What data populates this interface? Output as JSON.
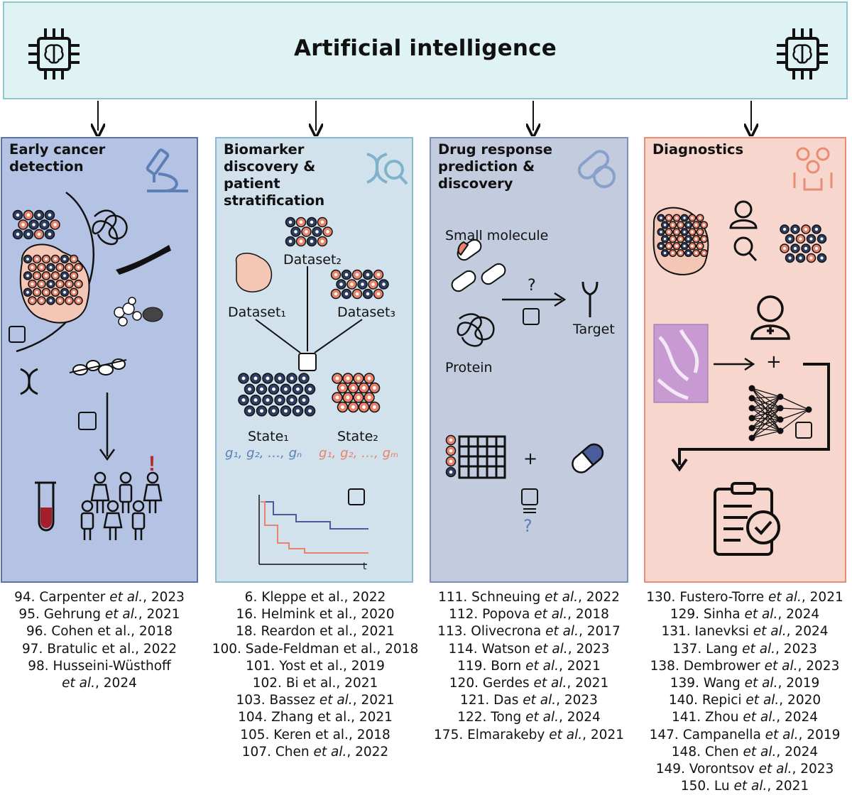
{
  "header": {
    "title": "Artificial intelligence"
  },
  "panels": [
    {
      "id": "early",
      "title": "Early cancer\ndetection"
    },
    {
      "id": "biomarker",
      "title": "Biomarker\ndiscovery &\npatient\nstratification"
    },
    {
      "id": "drug",
      "title": "Drug response\nprediction &\ndiscovery"
    },
    {
      "id": "diag",
      "title": "Diagnostics"
    }
  ],
  "biomarker": {
    "dataset2": "Dataset₂",
    "dataset1": "Dataset₁",
    "dataset3": "Dataset₃",
    "state1": "State₁",
    "state2": "State₂",
    "genes1": "g₁, g₂, …, gₙ",
    "genes2": "g₁, g₂, …, gₘ",
    "km_xlabel": "t"
  },
  "drug": {
    "small_molecule": "Small molecule",
    "question": "?",
    "target": "Target",
    "protein": "Protein",
    "plus": "+",
    "question2": "?"
  },
  "diag": {
    "plus": "+"
  },
  "early": {
    "alert": "!"
  },
  "colors": {
    "blue_cell": "#2f3f63",
    "orange_cell": "#e8826b",
    "blue_text": "#5d7fb8",
    "orange_text": "#e8826b",
    "alert_red": "#b03030"
  },
  "references": {
    "early": [
      [
        "94. Carpenter ",
        "et al.",
        ", 2023"
      ],
      [
        "95. Gehrung ",
        "et al.",
        ", 2021"
      ],
      [
        "96. Cohen et al., 2018",
        "",
        ""
      ],
      [
        "97. Bratulic et al., 2022",
        "",
        ""
      ],
      [
        "98. Husseini-Wüsthoff",
        "",
        ""
      ],
      [
        "",
        "et al.",
        ", 2024"
      ]
    ],
    "biomarker": [
      [
        "6. Kleppe et al., 2022",
        "",
        ""
      ],
      [
        "16. Helmink et al., 2020",
        "",
        ""
      ],
      [
        "18. Reardon et al., 2021",
        "",
        ""
      ],
      [
        "100. Sade-Feldman et al., 2018",
        "",
        ""
      ],
      [
        "101. Yost et al., 2019",
        "",
        ""
      ],
      [
        "102. Bi et al., 2021",
        "",
        ""
      ],
      [
        "103. Bassez ",
        "et al.",
        ", 2021"
      ],
      [
        "104. Zhang et al., 2021",
        "",
        ""
      ],
      [
        "105. Keren et al., 2018",
        "",
        ""
      ],
      [
        "107. Chen ",
        "et al.",
        ", 2022"
      ]
    ],
    "drug": [
      [
        "111. Schneuing ",
        "et al.",
        ", 2022"
      ],
      [
        "112. Popova ",
        "et al.",
        ", 2018"
      ],
      [
        "113. Olivecrona ",
        "et al.",
        ", 2017"
      ],
      [
        "114. Watson ",
        "et al.",
        ", 2023"
      ],
      [
        "119. Born ",
        "et al.",
        ", 2021"
      ],
      [
        "120. Gerdes ",
        "et al.",
        ", 2021"
      ],
      [
        "121. Das ",
        "et al.",
        ", 2023"
      ],
      [
        "122. Tong ",
        "et al.",
        ", 2024"
      ],
      [
        "175. Elmarakeby ",
        "et al.",
        ", 2021"
      ]
    ],
    "diag": [
      [
        "130. Fustero-Torre ",
        "et al.",
        ", 2021"
      ],
      [
        "129. Sinha ",
        "et al.",
        ", 2024"
      ],
      [
        "131. Ianevksi ",
        "et al.",
        ", 2024"
      ],
      [
        "137. Lang ",
        "et al.",
        ", 2023"
      ],
      [
        "138. Dembrower ",
        "et al.",
        ", 2023"
      ],
      [
        "139. Wang ",
        "et al.",
        ", 2019"
      ],
      [
        "140. Repici ",
        "et al.",
        ", 2020"
      ],
      [
        "141. Zhou ",
        "et al.",
        ", 2024"
      ],
      [
        "147. Campanella ",
        "et al.",
        ", 2019"
      ],
      [
        "148. Chen ",
        "et al.",
        ", 2024"
      ],
      [
        "149. Vorontsov ",
        "et al.",
        ", 2023"
      ],
      [
        "150. Lu ",
        "et al.",
        ", 2021"
      ]
    ]
  }
}
